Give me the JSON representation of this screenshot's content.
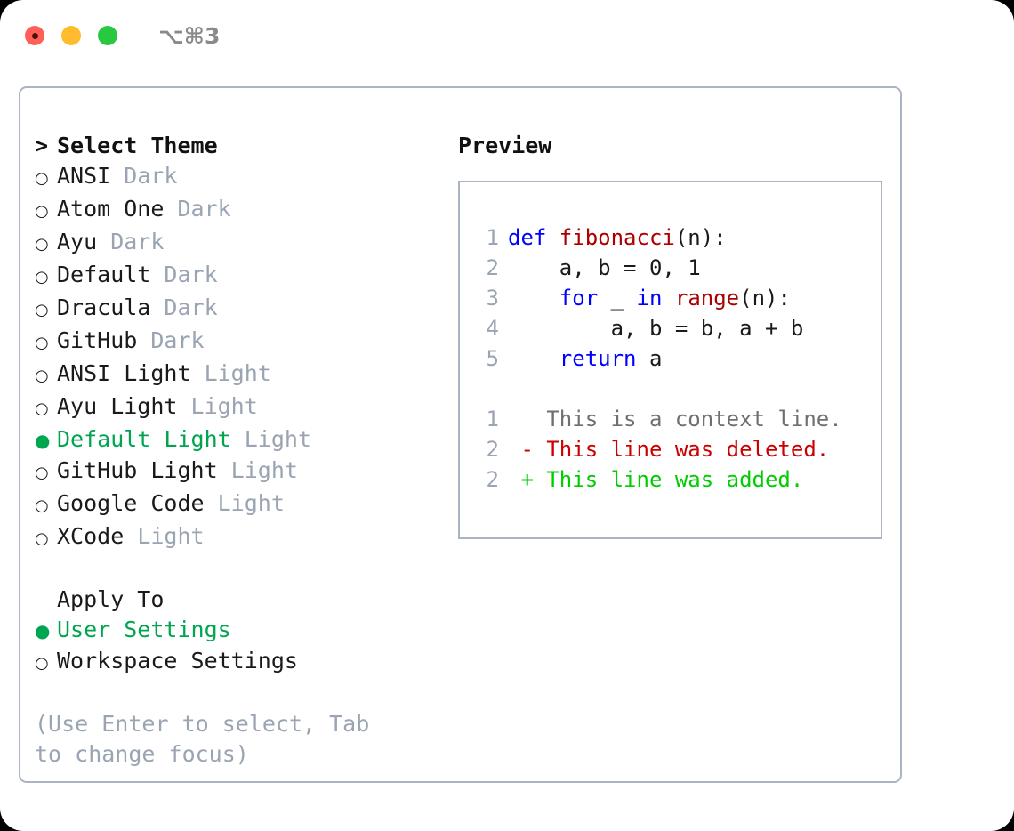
{
  "window": {
    "shortcut": "⌥⌘3",
    "traffic_lights": [
      {
        "name": "close",
        "color": "#ff5f57"
      },
      {
        "name": "minimize",
        "color": "#ffbd2e"
      },
      {
        "name": "maximize",
        "color": "#28c840"
      }
    ]
  },
  "theme_list": {
    "header": "Select Theme",
    "caret": ">",
    "marker_unselected": "○",
    "marker_selected": "●",
    "items": [
      {
        "label": "ANSI",
        "variant": "Dark",
        "selected": false
      },
      {
        "label": "Atom One",
        "variant": "Dark",
        "selected": false
      },
      {
        "label": "Ayu",
        "variant": "Dark",
        "selected": false
      },
      {
        "label": "Default",
        "variant": "Dark",
        "selected": false
      },
      {
        "label": "Dracula",
        "variant": "Dark",
        "selected": false
      },
      {
        "label": "GitHub",
        "variant": "Dark",
        "selected": false
      },
      {
        "label": "ANSI Light",
        "variant": "Light",
        "selected": false
      },
      {
        "label": "Ayu Light",
        "variant": "Light",
        "selected": false
      },
      {
        "label": "Default Light",
        "variant": "Light",
        "selected": true
      },
      {
        "label": "GitHub Light",
        "variant": "Light",
        "selected": false
      },
      {
        "label": "Google Code",
        "variant": "Light",
        "selected": false
      },
      {
        "label": "XCode",
        "variant": "Light",
        "selected": false
      }
    ]
  },
  "apply_to": {
    "header": "Apply To",
    "items": [
      {
        "label": "User Settings",
        "selected": true
      },
      {
        "label": "Workspace Settings",
        "selected": false
      }
    ]
  },
  "hint": "(Use Enter to select, Tab to change focus)",
  "preview": {
    "title": "Preview",
    "code": [
      {
        "num": "1",
        "tokens": [
          {
            "t": "def ",
            "c": "kw"
          },
          {
            "t": "fibonacci",
            "c": "fn"
          },
          {
            "t": "(n):",
            "c": "pl"
          }
        ]
      },
      {
        "num": "2",
        "tokens": [
          {
            "t": "    a, b = 0, 1",
            "c": "pl"
          }
        ]
      },
      {
        "num": "3",
        "tokens": [
          {
            "t": "    ",
            "c": "pl"
          },
          {
            "t": "for",
            "c": "kw"
          },
          {
            "t": " _ ",
            "c": "pl"
          },
          {
            "t": "in",
            "c": "kw"
          },
          {
            "t": " ",
            "c": "pl"
          },
          {
            "t": "range",
            "c": "fn"
          },
          {
            "t": "(n):",
            "c": "pl"
          }
        ]
      },
      {
        "num": "4",
        "tokens": [
          {
            "t": "        a, b = b, a + b",
            "c": "pl"
          }
        ]
      },
      {
        "num": "5",
        "tokens": [
          {
            "t": "    ",
            "c": "pl"
          },
          {
            "t": "return",
            "c": "kw"
          },
          {
            "t": " a",
            "c": "pl"
          }
        ]
      }
    ],
    "diff": [
      {
        "num": "1",
        "sign": " ",
        "text": "This is a context line.",
        "kind": "ctx"
      },
      {
        "num": "2",
        "sign": "-",
        "text": "This line was deleted.",
        "kind": "del"
      },
      {
        "num": "2",
        "sign": "+",
        "text": "This line was added.",
        "kind": "add"
      }
    ]
  },
  "colors": {
    "selected_green": "#00a550",
    "muted": "#9aa4b2",
    "border": "#aab4c2",
    "keyword": "#0000ff",
    "function": "#aa0000",
    "diff_delete": "#cc0000",
    "diff_add": "#00cc00"
  }
}
